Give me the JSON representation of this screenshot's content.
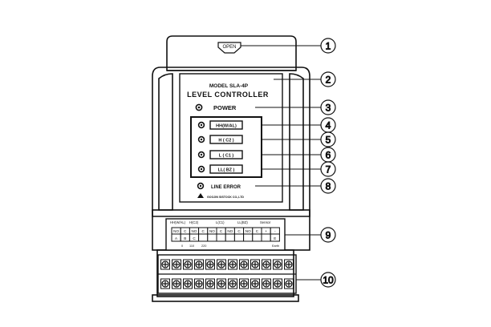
{
  "device": {
    "open_label": "OPEN",
    "model": "MODEL SLA-4P",
    "title": "LEVEL CONTROLLER",
    "power_label": "POWER",
    "line_error_label": "LINE ERROR",
    "maker": "GOOJIN SISTOCK CO.,LTD",
    "indicators": [
      {
        "label": "HH(W/AL)"
      },
      {
        "label": "H ( C2 )"
      },
      {
        "label": "L ( C1 )"
      },
      {
        "label": "LL( BZ )"
      }
    ]
  },
  "terminal_block": {
    "group_labels": [
      "HH(W/AL)",
      "H(C2)",
      "L(C1)",
      "LL(BZ)",
      "Sensor"
    ],
    "upper_cells": [
      "NO",
      "C",
      "NO",
      "C",
      "NO",
      "C",
      "NO",
      "C",
      "NO",
      "C",
      "+",
      "-"
    ],
    "lower_cells": [
      "A",
      "B",
      "C",
      "",
      "",
      "",
      "",
      "",
      "",
      "",
      "",
      "E"
    ],
    "sub_labels": [
      "0",
      "110",
      "220",
      "Earth"
    ]
  },
  "callouts": [
    "1",
    "2",
    "3",
    "4",
    "5",
    "6",
    "7",
    "8",
    "9",
    "10"
  ]
}
